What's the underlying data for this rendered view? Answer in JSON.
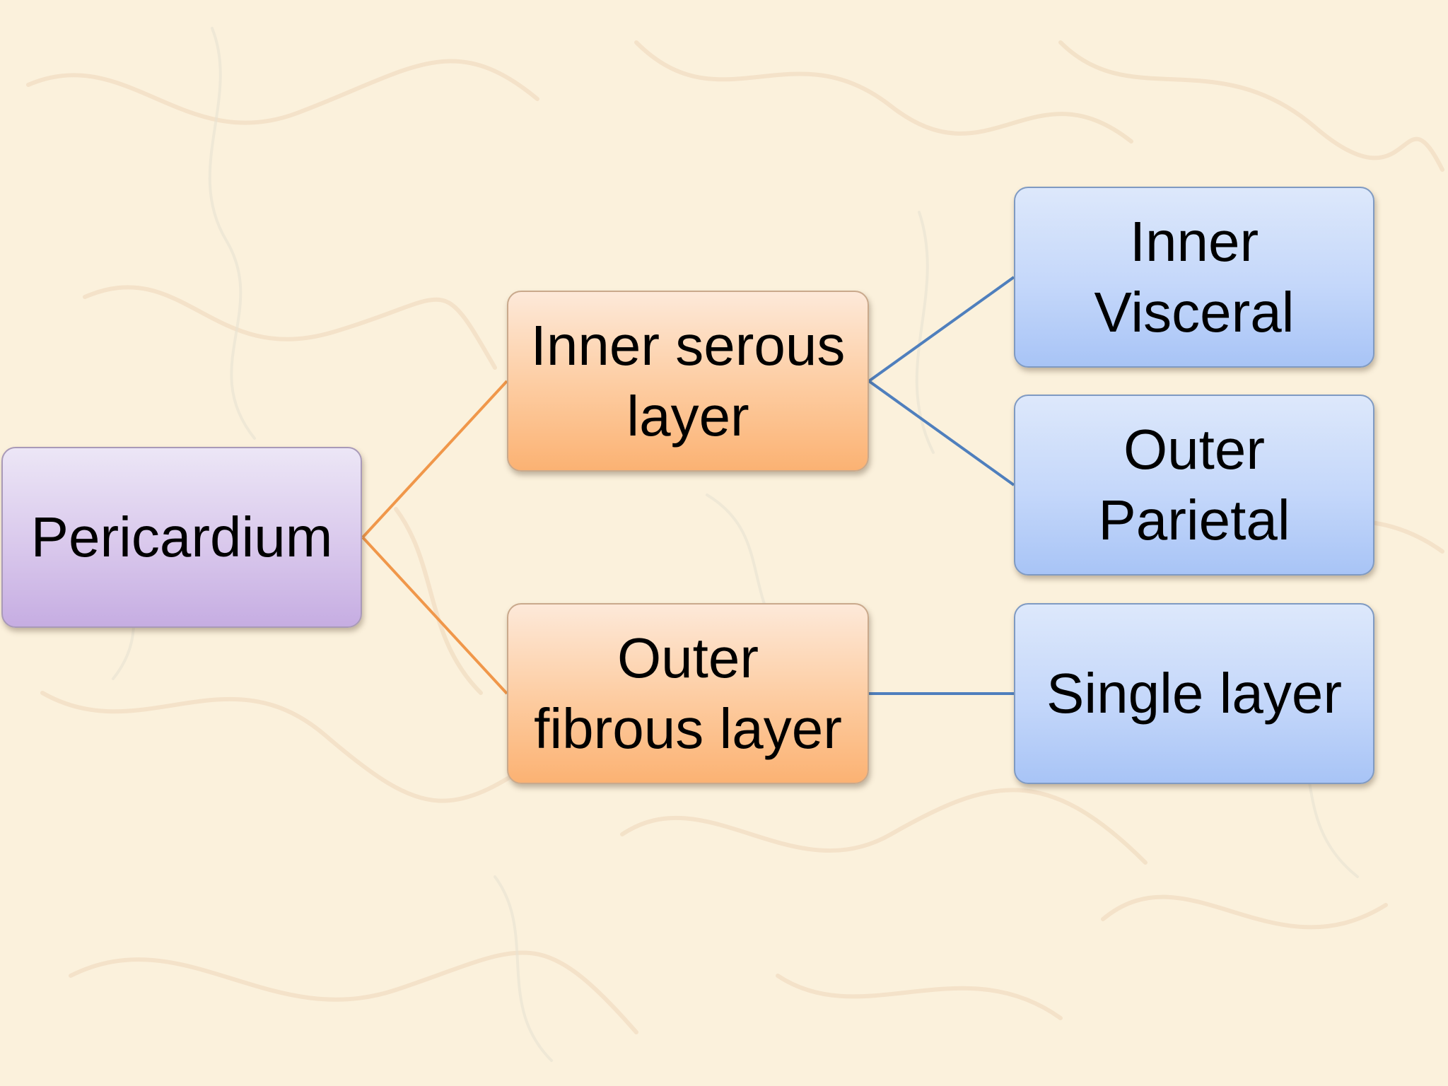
{
  "diagram": {
    "root": {
      "lines": [
        "Pericardium"
      ]
    },
    "serous": {
      "lines": [
        "Inner serous",
        "layer"
      ]
    },
    "fibrous": {
      "lines": [
        "Outer",
        "fibrous layer"
      ]
    },
    "visceral": {
      "lines": [
        "Inner",
        "Visceral"
      ]
    },
    "parietal": {
      "lines": [
        "Outer",
        "Parietal"
      ]
    },
    "single": {
      "lines": [
        "Single layer"
      ]
    }
  },
  "colors": {
    "background": "#fbf1dc",
    "root_fill": "#d9c8ec",
    "level1_fill": "#fdcb9f",
    "level2_fill": "#c4d7fa",
    "level1_connector": "#f0974a",
    "level2_connector": "#4f7fbd"
  }
}
